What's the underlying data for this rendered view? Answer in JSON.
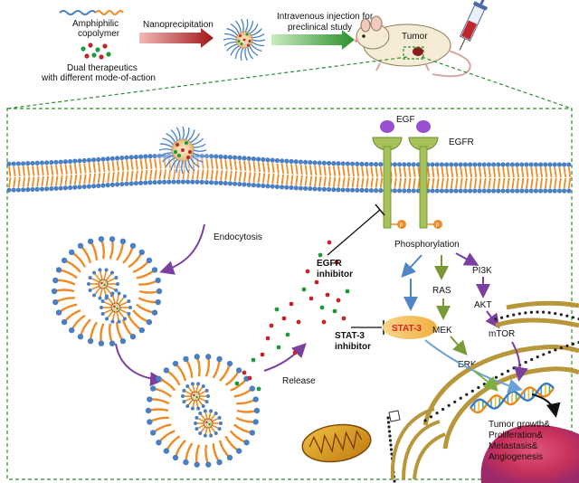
{
  "top": {
    "copolymer_label_line1": "Amphiphilic",
    "copolymer_label_line2": "copolymer",
    "therapeutics_label_line1": "Dual therapeutics",
    "therapeutics_label_line2": "with different mode-of-action",
    "step1": "Nanoprecipitation",
    "step2_line1": "Intravenous injection for",
    "step2_line2": "preclinical study",
    "tumor": "Tumor"
  },
  "cell": {
    "egf": "EGF",
    "egfr": "EGFR",
    "p_badge": "P",
    "endocytosis": "Endocytosis",
    "release": "Release",
    "egfr_inhibitor_line1": "EGFR",
    "egfr_inhibitor_line2": "inhibitor",
    "stat3_inhibitor_line1": "STAT-3",
    "stat3_inhibitor_line2": "inhibitor",
    "phosphorylation": "Phosphorylation",
    "stat3": "STAT-3",
    "ras": "RAS",
    "mek": "MEK",
    "erk": "ERK",
    "pi3k": "PI3K",
    "akt": "AKT",
    "mtor": "mTOR",
    "outcome_line1": "Tumor growth&",
    "outcome_line2": "Proliferation&",
    "outcome_line3": "Metastasis&",
    "outcome_line4": "Angiogenesis"
  },
  "colors": {
    "tail_orange": "#f08a24",
    "head_blue": "#4a7fc1",
    "drug_red": "#c0262c",
    "drug_green": "#1c9a3c",
    "dash_green": "#2e8b2e",
    "arrow_purple": "#7b3fa0",
    "arrow_olive": "#7a9a3a",
    "arrow_blue": "#4f86c6"
  }
}
